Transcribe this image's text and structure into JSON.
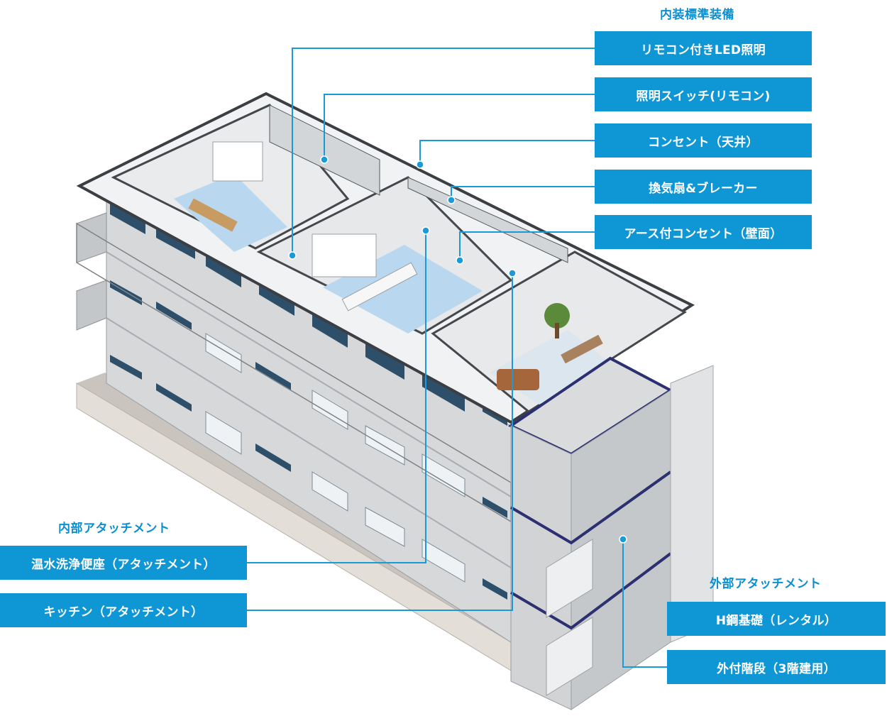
{
  "headings": {
    "interior_standard": "内装標準装備",
    "interior_attachment": "内部アタッチメント",
    "exterior_attachment": "外部アタッチメント"
  },
  "labels": {
    "led_light": "リモコン付きLED照明",
    "light_switch": "照明スイッチ(リモコン)",
    "ceiling_outlet": "コンセント（天井）",
    "fan_breaker": "換気扇&ブレーカー",
    "ground_outlet": "アース付コンセント（壁面）",
    "bidet": "温水洗浄便座（アタッチメント）",
    "kitchen": "キッチン（アタッチメント）",
    "h_steel": "H鋼基礎（レンタル）",
    "ext_stairs": "外付階段（3階建用）"
  },
  "colors": {
    "accent": "#0f96d4",
    "heading": "#0b8fd0",
    "leader_line": "#1a9ad6",
    "facade": "#d7d9db",
    "floor": "#b9d8ef",
    "window": "#2d4f6a",
    "frame": "#4a4d52"
  }
}
